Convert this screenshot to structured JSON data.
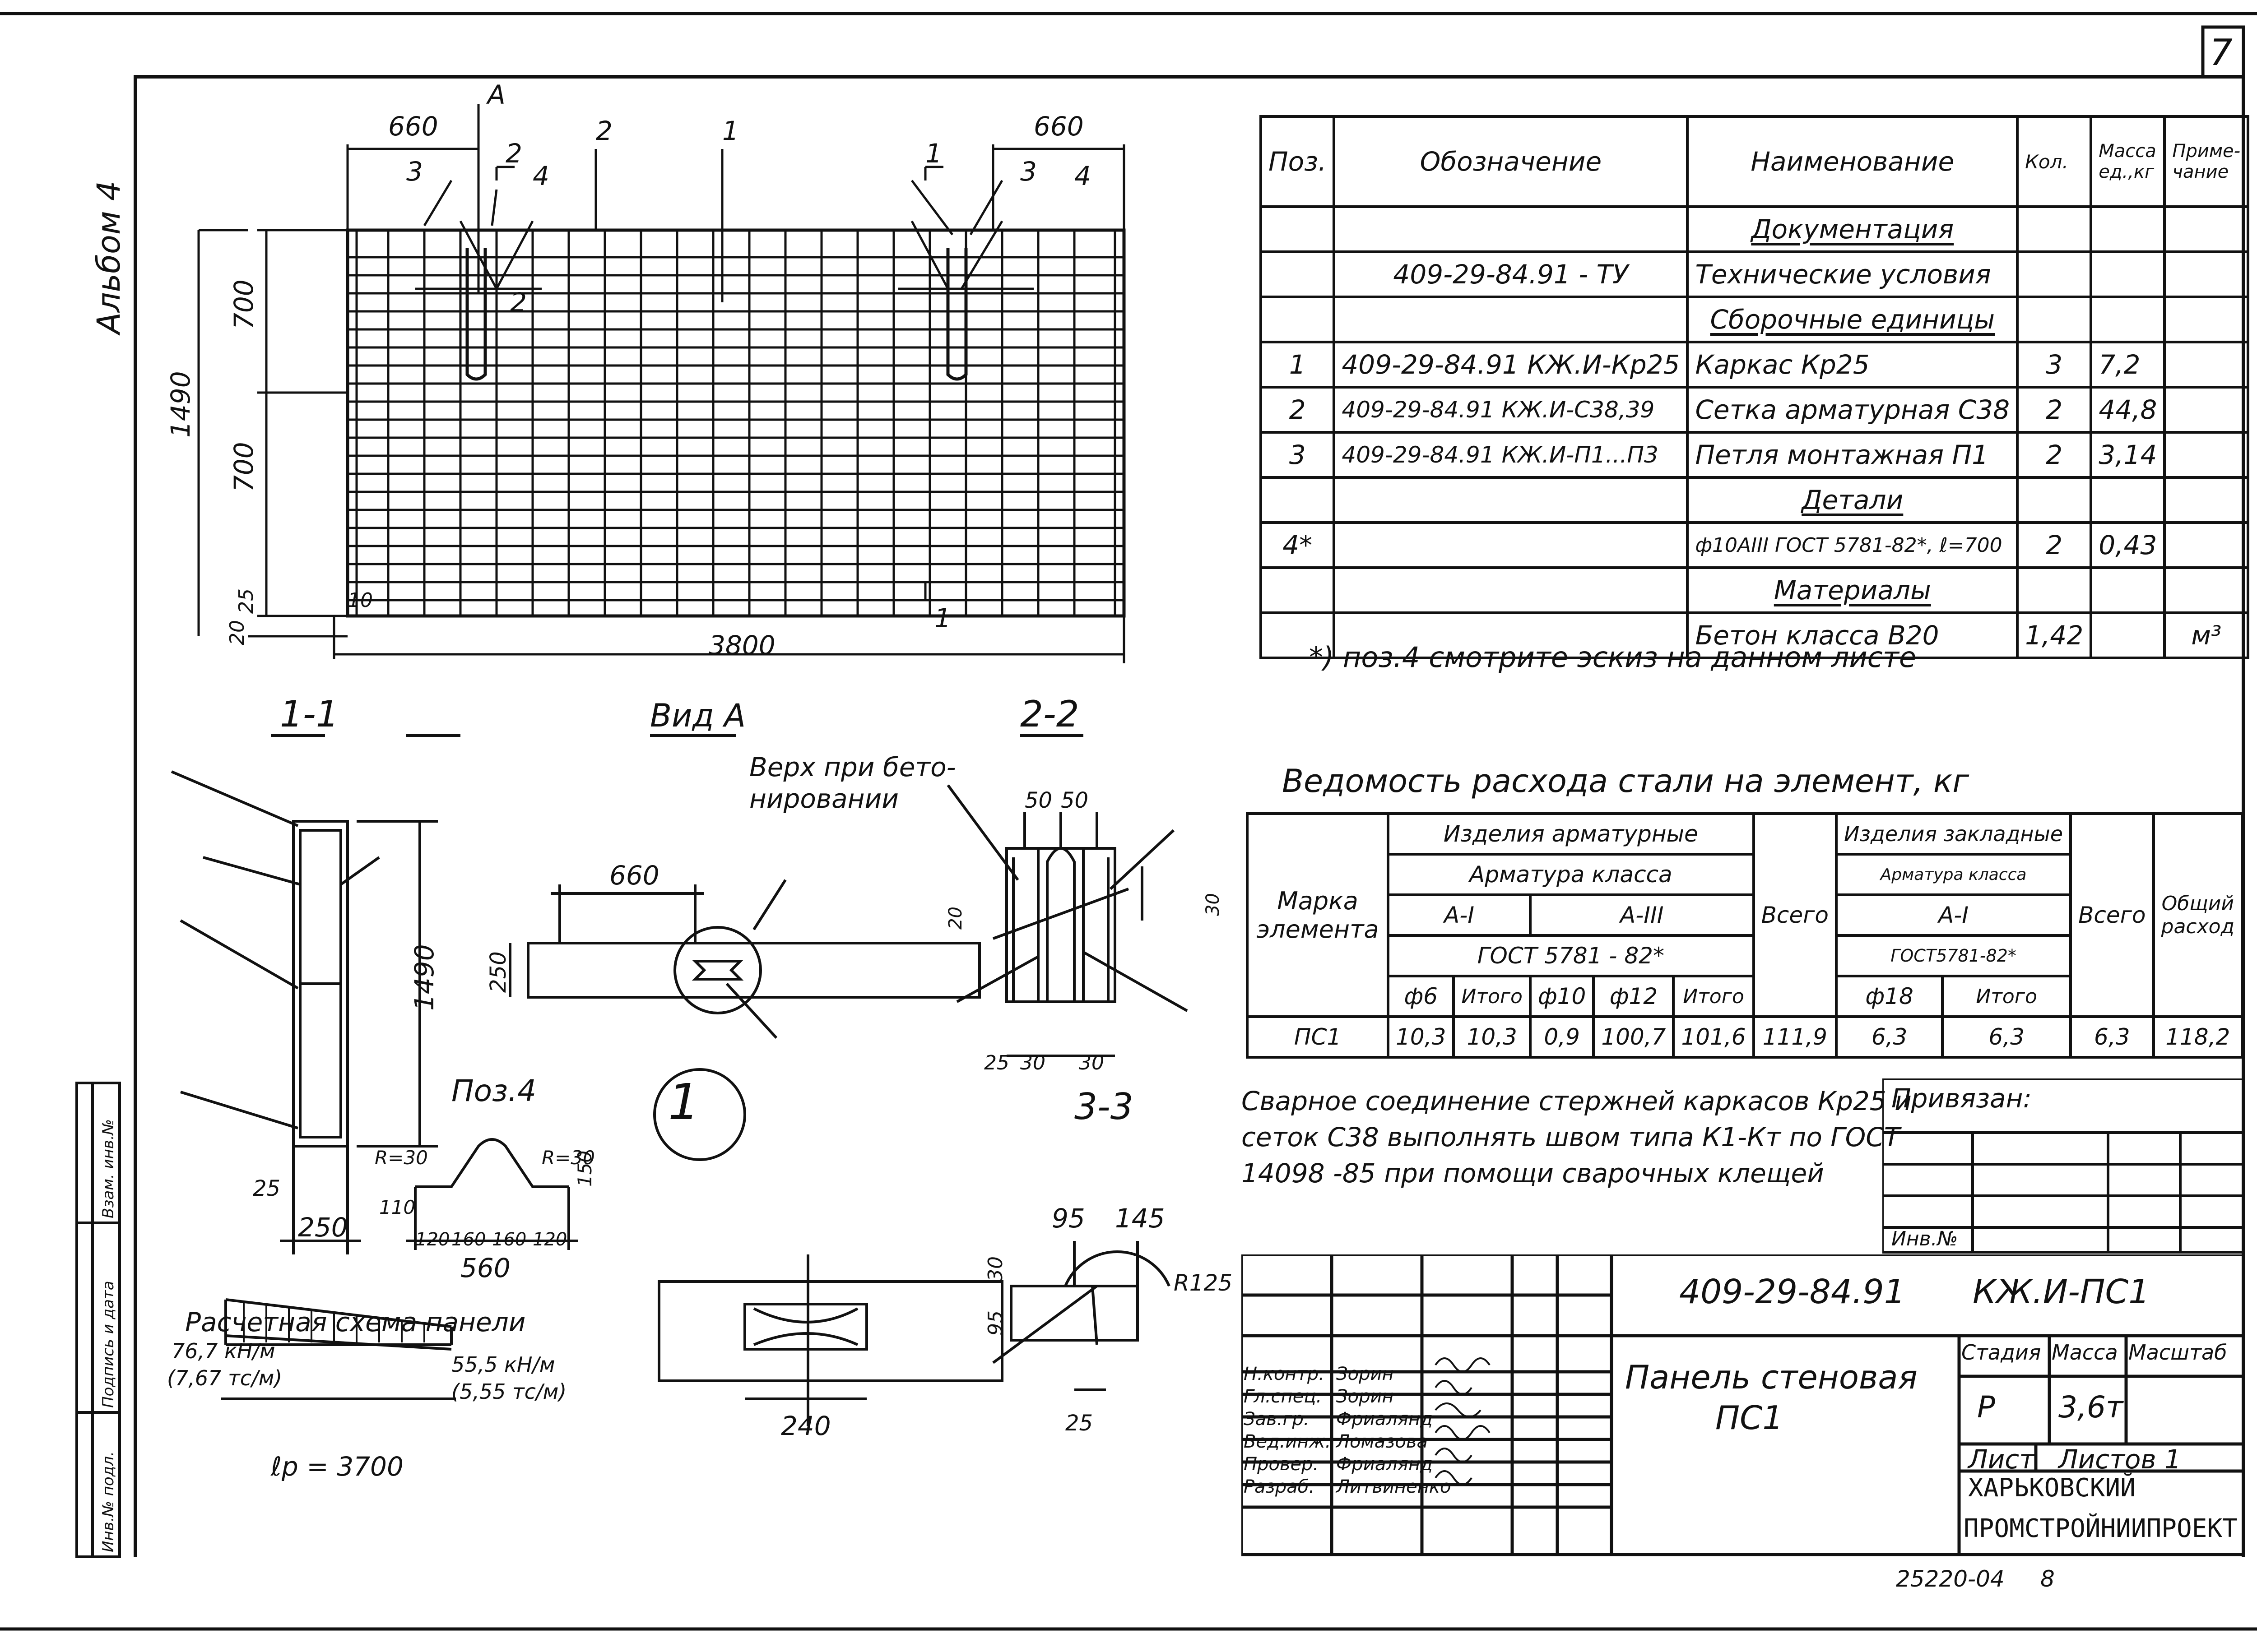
{
  "sheet_number": "7",
  "album": "Альбом 4",
  "stamp_left": [
    "Инв.№ подл.",
    "Подпись и дата",
    "Взам. инв.№"
  ],
  "plan": {
    "top_left_dim": "660",
    "top_right_dim": "660",
    "section_a": "А",
    "callouts_left": [
      "3",
      "2",
      "4",
      "2",
      "1"
    ],
    "callouts_right": [
      "1",
      "3",
      "4"
    ],
    "left_dims": [
      "1490",
      "700",
      "700",
      "25",
      "20"
    ],
    "bottom_dim": "3800",
    "small_dim": "10",
    "label_2": "2",
    "section_1": "1"
  },
  "spec": {
    "headers": [
      "Поз.",
      "Обозначение",
      "Наименование",
      "Кол.",
      "Масса ед.,кг",
      "Приме-чание"
    ],
    "rows": [
      {
        "pos": "",
        "des": "",
        "name": "Документация",
        "qty": "",
        "mass": "",
        "note": "",
        "heading": true
      },
      {
        "pos": "",
        "des": "409-29-84.91 - ТУ",
        "name": "Технические условия",
        "qty": "",
        "mass": "",
        "note": ""
      },
      {
        "pos": "",
        "des": "",
        "name": "Сборочные единицы",
        "qty": "",
        "mass": "",
        "note": "",
        "heading": true
      },
      {
        "pos": "1",
        "des": "409-29-84.91 КЖ.И-Кр25",
        "name": "Каркас Кр25",
        "qty": "3",
        "mass": "7,2",
        "note": ""
      },
      {
        "pos": "2",
        "des": "409-29-84.91 КЖ.И-С38,39",
        "name": "Сетка арматурная С38",
        "qty": "2",
        "mass": "44,8",
        "note": ""
      },
      {
        "pos": "3",
        "des": "409-29-84.91 КЖ.И-П1...П3",
        "name": "Петля монтажная П1",
        "qty": "2",
        "mass": "3,14",
        "note": ""
      },
      {
        "pos": "",
        "des": "",
        "name": "Детали",
        "qty": "",
        "mass": "",
        "note": "",
        "heading": true
      },
      {
        "pos": "4*",
        "des": "",
        "name": "ф10АIII ГОСТ 5781-82*, ℓ=700",
        "qty": "2",
        "mass": "0,43",
        "note": ""
      },
      {
        "pos": "",
        "des": "",
        "name": "Материалы",
        "qty": "",
        "mass": "",
        "note": "",
        "heading": true
      },
      {
        "pos": "",
        "des": "",
        "name": "Бетон класса В20",
        "qty": "1,42",
        "mass": "",
        "note": "м³"
      }
    ],
    "footnote": "*) поз.4 смотрите эскиз на данном листе"
  },
  "steel": {
    "title": "Ведомость расхода стали на элемент, кг",
    "h_marka": "Марка элемента",
    "h_arm": "Изделия арматурные",
    "h_arm_class": "Арматура класса",
    "h_a1": "А-I",
    "h_a3": "А-III",
    "h_gost": "ГОСТ 5781 - 82*",
    "h_f6": "ф6",
    "h_itogo1": "Итого",
    "h_f10": "ф10",
    "h_f12": "ф12",
    "h_itogo2": "Итого",
    "h_vsego1": "Всего",
    "h_zakl": "Изделия закладные",
    "h_zakl_class": "Арматура класса",
    "h_zakl_a1": "А-I",
    "h_zakl_gost": "ГОСТ5781-82*",
    "h_f18": "ф18",
    "h_itogo3": "Итого",
    "h_vsego2": "Всего",
    "h_total": "Общий расход",
    "row": [
      "ПС1",
      "10,3",
      "10,3",
      "0,9",
      "100,7",
      "101,6",
      "111,9",
      "6,3",
      "6,3",
      "6,3",
      "118,2"
    ]
  },
  "weld_note": [
    "Сварное соединение стержней каркасов Кр25 и",
    "сеток С38 выполнять швом типа К1-Кт по ГОСТ",
    "14098 -85 при помощи сварочных клещей"
  ],
  "privyazan": "Привязан:",
  "inv_no": "Инв.№",
  "sections": {
    "s11": "1-1",
    "vid_a": "Вид А",
    "s22": "2-2",
    "s33": "3-3",
    "poz4": "Поз.4",
    "verh": [
      "Верх при бето-",
      "нировании"
    ],
    "s11_dims": [
      "1490",
      "25",
      "250"
    ],
    "vid_dims": [
      "660",
      "250"
    ],
    "s22_dims": [
      "50",
      "50",
      "20",
      "30",
      "25",
      "30",
      "30"
    ],
    "poz4_dims": [
      "R=30",
      "R=30",
      "150",
      "110",
      "120",
      "160",
      "160",
      "120",
      "560"
    ],
    "circle_label": "1",
    "s33_dims": [
      "95",
      "145",
      "30",
      "95",
      "R125",
      "25"
    ],
    "detail_dims": [
      "240"
    ],
    "calc_title": "Расчетная схема панели",
    "calc_left": [
      "76,7 кН/м",
      "(7,67 тс/м)"
    ],
    "calc_right": [
      "55,5 кН/м",
      "(5,55 тс/м)"
    ],
    "calc_span": "ℓр = 3700"
  },
  "titleblock": {
    "code": "409-29-84.91",
    "mark": "КЖ.И-ПС1",
    "name": [
      "Панель стеновая",
      "ПС1"
    ],
    "stage_h": "Стадия",
    "mass_h": "Масса",
    "scale_h": "Масштаб",
    "stage": "Р",
    "mass": "3,6т",
    "scale": "",
    "sheet_h": "Лист",
    "sheets_h": "Листов 1",
    "org": [
      "ХАРЬКОВСКИЙ",
      "ПРОМСТРОЙНИИПРОЕКТ"
    ],
    "people": [
      {
        "role": "Н.контр.",
        "name": "Зорин"
      },
      {
        "role": "Гл.спец.",
        "name": "Зорин"
      },
      {
        "role": "Зав.гр.",
        "name": "Фриалянд"
      },
      {
        "role": "Вед.инж.",
        "name": "Ломазова"
      },
      {
        "role": "Провер.",
        "name": "Фриалянд"
      },
      {
        "role": "Разраб.",
        "name": "Литвиненко"
      }
    ]
  },
  "archive_no": "25220-04",
  "archive_page": "8"
}
